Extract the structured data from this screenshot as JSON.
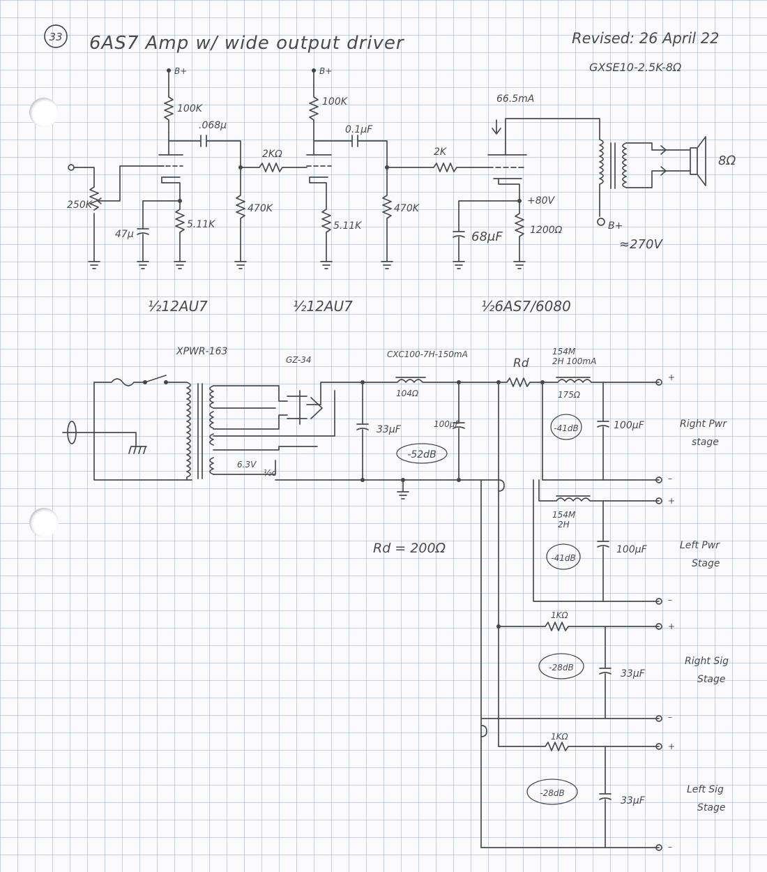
{
  "header": {
    "page_number": "33",
    "title": "6AS7 Amp w/ wide output driver",
    "revised": "Revised: 26 April 22",
    "transformer_ref": "GXSE10-2.5K-8Ω"
  },
  "amp_stage": {
    "b_plus": "B+",
    "r_plate1": "100K",
    "cap_couple1": ".068μ",
    "pot": "250K",
    "c_cath1": "47μ",
    "r_cath1": "5.11K",
    "r_grid1": "470K",
    "r_grid_stop": "2KΩ",
    "r_plate2": "100K",
    "cap_couple2": "0.1μF",
    "r_cath2": "5.11K",
    "r_grid2": "470K",
    "r_grid_stop2": "2K",
    "current": "66.5mA",
    "cath_voltage": "+80V",
    "c_cath3": "68μF",
    "r_cath3": "1200Ω",
    "speaker": "8Ω",
    "b_plus_out": "B+",
    "b_plus_volts": "≈270V",
    "tube1": "½12AU7",
    "tube2": "½12AU7",
    "tube3": "½6AS7/6080"
  },
  "psu": {
    "power_transformer": "XPWR-163",
    "rectifier": "GZ-34",
    "choke1": "CXC100-7H-150mA",
    "choke1_res": "104Ω",
    "c1": "33μF",
    "c2": "100μF",
    "c2_atten": "-52dB",
    "rd": "Rd",
    "rd_value": "Rd = 200Ω",
    "heater": "6.3V",
    "heater_ct": "½c",
    "choke2": "154M",
    "choke2_spec": "2H 100mA",
    "choke2_res": "175Ω",
    "right_pwr_atten": "-41dB",
    "right_pwr_cap": "100μF",
    "right_pwr_label": [
      "Right Pwr",
      "stage"
    ],
    "choke3": "154M",
    "choke3_spec": "2H",
    "left_pwr_atten": "-41dB",
    "left_pwr_cap": "100μF",
    "left_pwr_label": [
      "Left Pwr",
      "Stage"
    ],
    "r_sig1": "1KΩ",
    "right_sig_atten": "-28dB",
    "right_sig_cap": "33μF",
    "right_sig_label": [
      "Right Sig",
      "Stage"
    ],
    "r_sig2": "1KΩ",
    "left_sig_atten": "-28dB",
    "left_sig_cap": "33μF",
    "left_sig_label": [
      "Left Sig",
      "Stage"
    ],
    "plus": "+",
    "minus": "–"
  }
}
